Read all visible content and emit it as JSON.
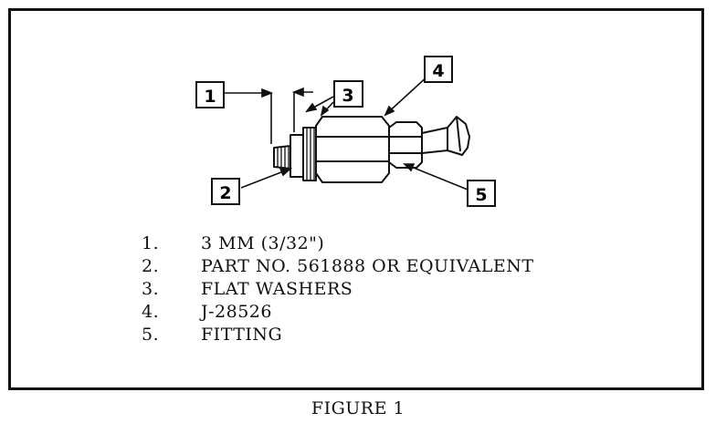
{
  "diagram": {
    "callouts": [
      {
        "id": "1",
        "label": "1"
      },
      {
        "id": "2",
        "label": "2"
      },
      {
        "id": "3",
        "label": "3"
      },
      {
        "id": "4",
        "label": "4"
      },
      {
        "id": "5",
        "label": "5"
      }
    ]
  },
  "legend": {
    "items": [
      {
        "number": "1.",
        "text": "3 MM (3/32\")"
      },
      {
        "number": "2.",
        "text": "PART NO. 561888 OR EQUIVALENT"
      },
      {
        "number": "3.",
        "text": "FLAT WASHERS"
      },
      {
        "number": "4.",
        "text": "J-28526"
      },
      {
        "number": "5.",
        "text": "FITTING"
      }
    ]
  },
  "caption": "FIGURE 1"
}
